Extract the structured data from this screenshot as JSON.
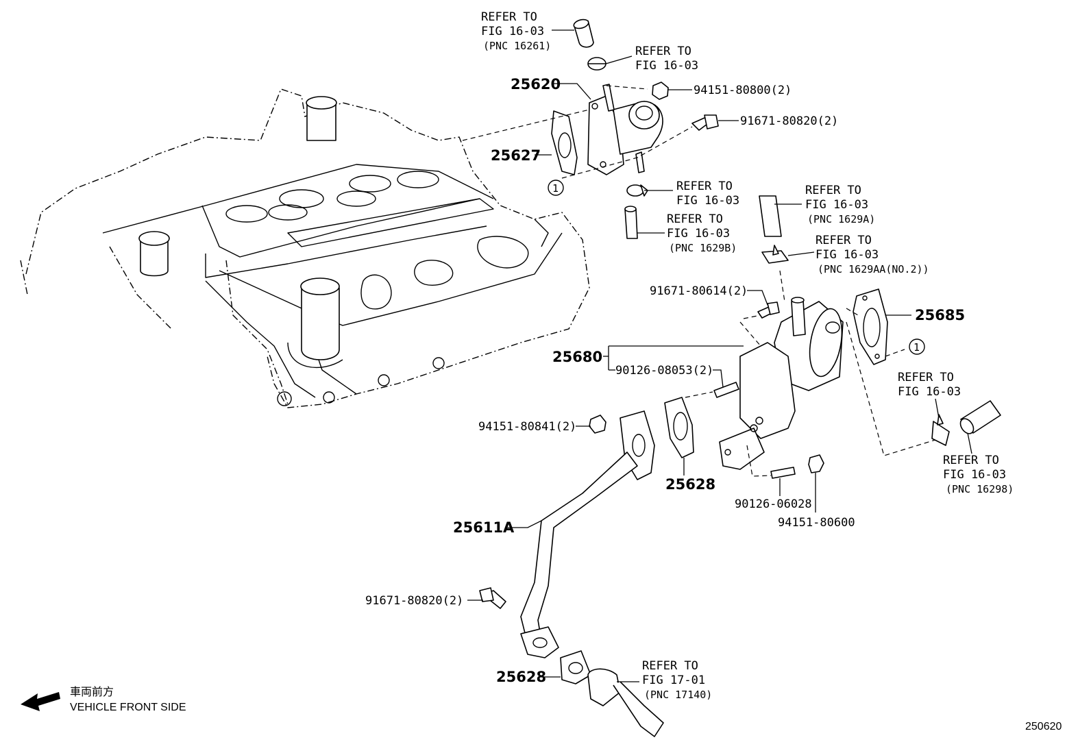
{
  "labels": {
    "ref_top": [
      "REFER TO",
      "FIG 16-03",
      "(PNC 16261)"
    ],
    "ref_clamp_top": [
      "REFER TO",
      "FIG 16-03"
    ],
    "ref_clamp_mid": [
      "REFER TO",
      "FIG 16-03"
    ],
    "ref_hose_1629b": [
      "REFER TO",
      "FIG 16-03",
      "(PNC 1629B)"
    ],
    "ref_hose_1629a": [
      "REFER TO",
      "FIG 16-03",
      "(PNC 1629A)"
    ],
    "ref_clamp_1629aa": [
      "REFER TO",
      "FIG 16-03",
      "(PNC 1629AA(NO.2))"
    ],
    "ref_clamp_right": [
      "REFER TO",
      "FIG 16-03"
    ],
    "ref_hose_16298": [
      "REFER TO",
      "FIG 16-03",
      "(PNC 16298)"
    ],
    "ref_bottom": [
      "REFER TO",
      "FIG 17-01",
      "(PNC 17140)"
    ]
  },
  "parts": {
    "p25620": "25620",
    "p25627": "25627",
    "p25680": "25680",
    "p25685": "25685",
    "p25628a": "25628",
    "p25611a": "25611A",
    "p25628b": "25628",
    "nut_80800": "94151-80800(2)",
    "bolt_80820_top": "91671-80820(2)",
    "bolt_80614": "91671-80614(2)",
    "stud_08053": "90126-08053(2)",
    "nut_80841": "94151-80841(2)",
    "stud_06028": "90126-06028",
    "nut_80600": "94151-80600",
    "bolt_80820_bottom": "91671-80820(2)"
  },
  "markers": {
    "circle_1": "1"
  },
  "footer": {
    "front_jp": "車両前方",
    "front_en": "VEHICLE FRONT SIDE",
    "figure_code": "250620"
  }
}
